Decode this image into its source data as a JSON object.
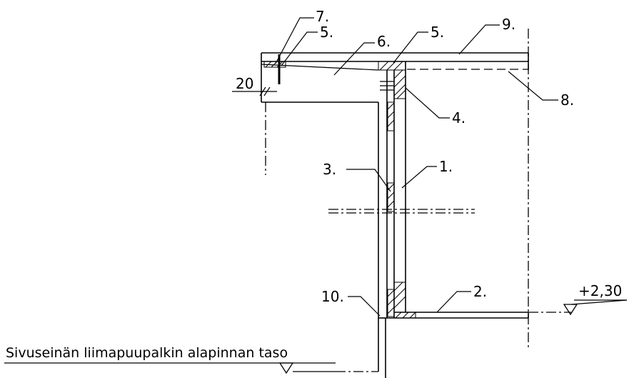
{
  "labels": {
    "l1": "1.",
    "l2": "2.",
    "l3": "3.",
    "l4": "4.",
    "l5a": "5.",
    "l5b": "5.",
    "l6": "6.",
    "l7": "7.",
    "l8": "8.",
    "l9": "9.",
    "l10": "10."
  },
  "dimension": "20",
  "level": "+2,30",
  "caption": "Sivuseinän liimapuupalkin alapinnan taso"
}
